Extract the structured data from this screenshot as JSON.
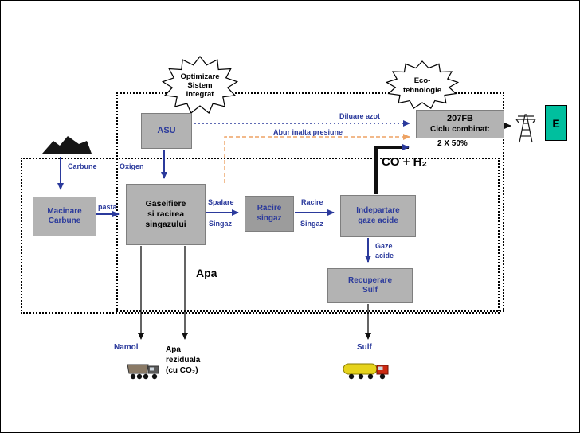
{
  "colors": {
    "blue": "#2b3a9c",
    "box_gray": "#b3b3b3",
    "box_gray_dark": "#9c9c9c",
    "teal": "#00bf9e",
    "orange": "#eda263"
  },
  "bursts": {
    "optimizare": {
      "lines": [
        "Optimizare",
        "Sistem",
        "Integrat"
      ]
    },
    "eco": {
      "lines": [
        "Eco-",
        "tehnologie"
      ]
    }
  },
  "boxes": {
    "asu": {
      "label": "ASU"
    },
    "macinare": {
      "lines": [
        "Macinare",
        "Carbune"
      ]
    },
    "gaseifiere": {
      "lines": [
        "Gaseifiere",
        "si racirea",
        "singazului"
      ]
    },
    "racire_singaz": {
      "lines": [
        "Racire",
        "singaz"
      ]
    },
    "indepartare": {
      "lines": [
        "Indepartare",
        "gaze acide"
      ]
    },
    "recuperare": {
      "lines": [
        "Recuperare",
        "Sulf"
      ]
    },
    "ciclu": {
      "lines": [
        "207FB",
        "Ciclu combinat:"
      ]
    },
    "e": {
      "label": "E"
    }
  },
  "labels": {
    "carbune": "Carbune",
    "oxigen": "Oxigen",
    "pasta": "pasta",
    "spalare": "Spalare",
    "singaz_a": "Singaz",
    "racire": "Racire",
    "singaz_b": "Singaz",
    "gaze": "Gaze",
    "acide": "acide",
    "diluare_azot": "Diluare azot",
    "abur": "Abur inalta presiune",
    "co_h2": "CO + H₂",
    "dual": "2 X 50%",
    "apa": "Apa",
    "namol": "Namol",
    "apa_reziduala": [
      "Apa",
      "reziduala",
      "(cu CO₂)"
    ],
    "sulf": "Sulf"
  },
  "icons": {
    "coal_pile": "coal-pile-icon",
    "power_tower": "power-tower-icon",
    "dump_truck": "dump-truck-icon",
    "tanker_truck": "tanker-truck-icon"
  }
}
